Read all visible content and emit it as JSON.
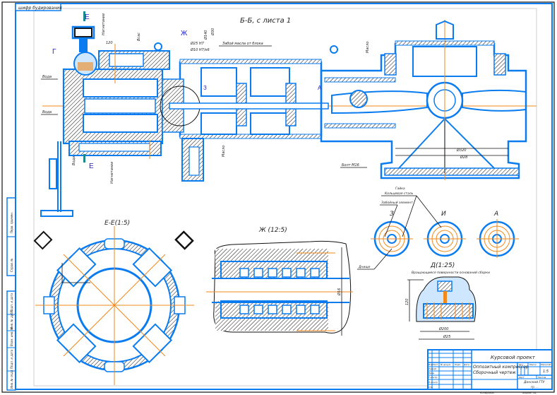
{
  "drawing": {
    "stamp_top_left": "шифр будирования",
    "main_view_title": "Б-Б, с листа 1",
    "section_e_title": "Е-Е(1:5)",
    "detail_zh_title": "Ж (12:5)",
    "detail_d_title": "Д(1:25)",
    "detail_d_caption": "Вращающиеся поверхности оснований сборки",
    "view_labels": {
      "e_top": "Е",
      "e_bottom": "Е",
      "g": "Г",
      "zh": "Ж",
      "z": "З",
      "i": "И",
      "a_main": "А",
      "z_circle": "З",
      "i_circle": "И",
      "a_circle": "А"
    },
    "leaders": {
      "vode_top": "Вода",
      "vode_mid": "Вода",
      "vode_bottom": "Вода",
      "nagnetanie_top": "Нагнетание",
      "nagnetanie_bottom": "Нагнетание",
      "vsas": "Всас",
      "maslo": "Масло",
      "dim_top_1": "Ø140",
      "dim_top_2": "Ø30",
      "dim_ref": "Ø25 Н7",
      "tol_1": "Ø10 Н7/к6",
      "note_pipe": "Забой масла от блока",
      "dim_base": "Болт М16",
      "dim_r1": "Ø320",
      "dim_r2": "Ø28",
      "gl_label": "Гайка",
      "gl_label2": "Кольцевая сталь",
      "tab_label": "Забойный элемент",
      "dyun_label": "Днище",
      "dim_h": "120",
      "dim_d1": "Ø200",
      "dim_d2": "Ø25",
      "dim_zh": "Ø16"
    },
    "title_block": {
      "project": "Курсовой проект",
      "name_line1": "Оппозитный компрессор",
      "name_line2": "Сборочный чертеж",
      "cols": [
        "Изм",
        "Лист",
        "№ докум.",
        "Подп.",
        "Дата"
      ],
      "rows": [
        "Разраб.",
        "Пров.",
        "Т.контр.",
        "Н.контр.",
        "Утв."
      ],
      "lit_header": "Лит.",
      "mass_header": "Масса",
      "scale_header": "Масштаб",
      "scale_value": "1:5",
      "sheet_label": "Лист",
      "sheets_label": "Листов",
      "org_line1": "Донской ГТУ",
      "org_line2": "гр. ...",
      "copy_label": "Копировал",
      "format_label": "Формат А1"
    },
    "side_strip": [
      "Перв. примен.",
      "Справ. №",
      "Подп. и дата",
      "Инв. № дубл.",
      "Взам. инв. №",
      "Подп. и дата",
      "Инв. № подл."
    ]
  },
  "colors": {
    "outline": "#0a7cf0",
    "centerline": "#f08a1c",
    "thin": "#111111",
    "section_marker": "#1a8a8a"
  }
}
